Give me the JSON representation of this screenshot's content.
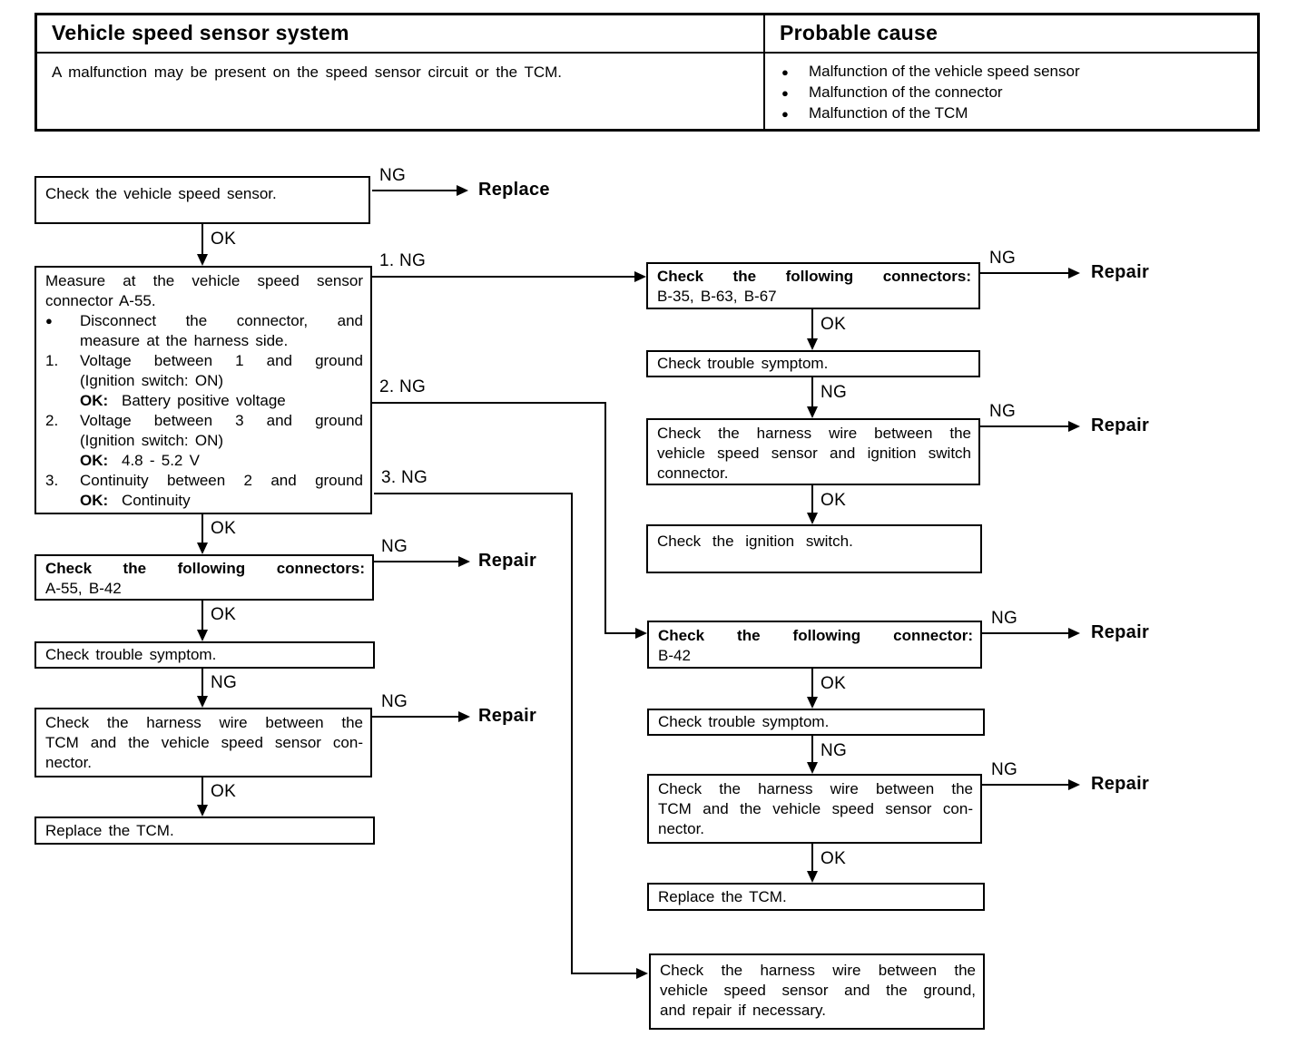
{
  "colors": {
    "ink": "#000000",
    "paper": "#ffffff"
  },
  "header": {
    "title": "Vehicle speed sensor system",
    "description": "A malfunction may be present on the speed sensor circuit or the TCM.",
    "probable_cause_title": "Probable cause",
    "bullet": "●",
    "probable_causes": [
      "Malfunction of the vehicle speed sensor",
      "Malfunction of the connector",
      "Malfunction of the TCM"
    ]
  },
  "labels": {
    "ok": "OK",
    "ng": "NG",
    "ng1": "1. NG",
    "ng2": "2. NG",
    "ng3": "3. NG",
    "repair": "Repair",
    "replace": "Replace"
  },
  "boxes": {
    "check_sensor": {
      "text": "Check the vehicle speed sensor."
    },
    "measure": {
      "intro": [
        "Measure at the vehicle speed sensor",
        "connector A-55."
      ],
      "bullet_marker": "●",
      "bullet_lines": [
        "Disconnect the connector, and",
        "measure at the harness side."
      ],
      "items": [
        {
          "num": "1.",
          "lines": [
            "Voltage between 1 and ground",
            "(Ignition switch: ON)"
          ],
          "ok_label": "OK:",
          "ok_value": "Battery positive voltage"
        },
        {
          "num": "2.",
          "lines": [
            "Voltage between 3 and ground",
            "(Ignition switch: ON)"
          ],
          "ok_label": "OK:",
          "ok_value": "4.8 - 5.2 V"
        },
        {
          "num": "3.",
          "lines": [
            "Continuity between 2 and ground"
          ],
          "ok_label": "OK:",
          "ok_value": "Continuity"
        }
      ]
    },
    "connectors_a55": {
      "title": "Check the following connectors:",
      "detail": "A-55, B-42"
    },
    "trouble_left": {
      "text": "Check trouble symptom."
    },
    "harness_tcm_left": {
      "lines": [
        "Check the harness wire between the",
        "TCM and the vehicle speed sensor con-",
        "nector."
      ]
    },
    "replace_tcm_left": {
      "text": "Replace the TCM."
    },
    "connectors_b35": {
      "title": "Check the following connectors:",
      "detail": "B-35, B-63, B-67"
    },
    "trouble_right1": {
      "text": "Check trouble symptom."
    },
    "harness_ignition": {
      "lines": [
        "Check the harness wire between the",
        "vehicle speed sensor and ignition switch",
        "connector."
      ]
    },
    "ignition_switch": {
      "text": "Check the ignition switch."
    },
    "connector_b42": {
      "title": "Check the following connector:",
      "detail": "B-42"
    },
    "trouble_right2": {
      "text": "Check trouble symptom."
    },
    "harness_tcm_right": {
      "lines": [
        "Check the harness wire between the",
        "TCM and the vehicle speed sensor con-",
        "nector."
      ]
    },
    "replace_tcm_right": {
      "text": "Replace the TCM."
    },
    "harness_ground": {
      "lines": [
        "Check the harness wire between the",
        "vehicle speed sensor and the ground,",
        "and repair if necessary."
      ]
    }
  }
}
